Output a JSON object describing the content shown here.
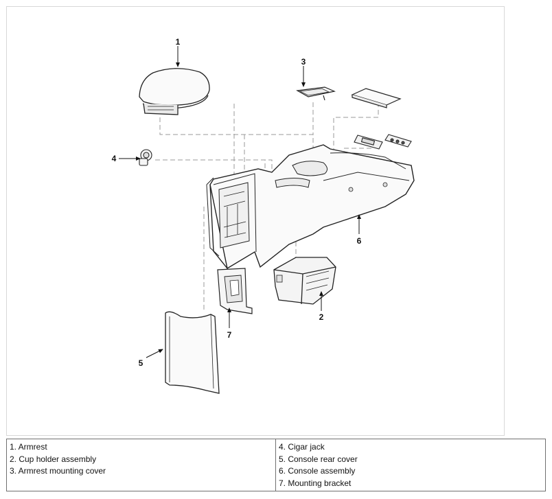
{
  "callouts": [
    "1",
    "2",
    "3",
    "4",
    "5",
    "6",
    "7"
  ],
  "legend": {
    "left": [
      "1. Armrest",
      "2. Cup holder assembly",
      "3. Armrest mounting cover"
    ],
    "right": [
      "4. Cigar jack",
      "5. Console rear cover",
      "6. Console assembly",
      "7. Mounting bracket"
    ]
  }
}
